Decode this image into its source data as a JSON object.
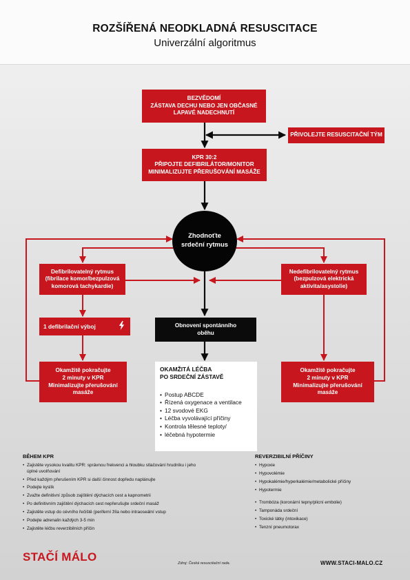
{
  "title": "ROZŠÍŘENÁ NEODKLADNÁ RESUSCITACE",
  "subtitle": "Univerzální algoritmus",
  "nodes": {
    "unconscious": [
      "BEZVĚDOMÍ",
      "ZÁSTAVA DECHU NEBO JEN OBČASNÉ",
      "LAPAVÉ NADECHNUTÍ"
    ],
    "call_team": [
      "PŘIVOLEJTE RESUSCITAČNÍ TÝM"
    ],
    "cpr": [
      "KPR 30:2",
      "PŘIPOJTE DEFIBRILÁTOR/MONITOR",
      "MINIMALIZUJTE PŘERUŠOVÁNÍ MASÁŽE"
    ],
    "assess": [
      "Zhodnoťte",
      "srdeční rytmus"
    ],
    "shockable": [
      "Defibrilovatelný rytmus",
      "(fibrilace komor/bezpulzová",
      "komorová tachykardie)"
    ],
    "nonshockable": [
      "Nedefibrilovatelný rytmus",
      "(bezpulzová elektrická",
      "aktivita/asystolie)"
    ],
    "shock": [
      "1 defibrilační výboj"
    ],
    "rosc": [
      "Obnovení spontánního",
      "oběhu"
    ],
    "resume_left": [
      "Okamžitě pokračujte",
      "2 minuty v KPR",
      "Minimalizujte přerušování",
      "masáže"
    ],
    "resume_right": [
      "Okamžitě pokračujte",
      "2 minuty v KPR",
      "Minimalizujte přerušování",
      "masáže"
    ]
  },
  "post_arrest": {
    "title": [
      "OKAMŽITÁ LÉČBA",
      "PO SRDEČNÍ ZÁSTAVĚ"
    ],
    "items": [
      "Postup ABCDE",
      "Řízená oxygenace a ventilace",
      "12 svodové EKG",
      "Léčba vyvolávající příčiny",
      "Kontrola tělesné teploty/",
      "léčebná hypotermie"
    ]
  },
  "during_cpr": {
    "heading": "BĚHEM KPR",
    "items": [
      "Zajistěte vysokou kvalitu KPR: správnou frekvenci a hloubku stlačování hrudníku i jeho úplné uvolňování",
      "Před každým přerušením KPR si další činnost dopředu naplánujte",
      "Podejte kyslík",
      "Zvažte definitivní způsob zajištění dýchacích cest a kapnometrii",
      "Po definitivním zajištění dýchacích cest nepřerušujte srdeční masáž",
      "Zajistěte vstup do cévního řečiště (periferní žíla nebo intraoseální vstup",
      "Podejte adrenalin každých 3-5 min",
      "Zajistěte léčbu reverzibilních příčin"
    ]
  },
  "reversible": {
    "heading": "REVERZIBILNÍ PŘÍČINY",
    "items": [
      "Hypoxie",
      "Hypovolémie",
      "Hypokalémie/hyperkalémie/metabolické příčiny",
      "Hypotermie"
    ],
    "items2": [
      "Trombóza (koronární tepny/plicní embolie)",
      "Tamponáda srdeční",
      "Toxické látky (intoxikace)",
      "Tenzní pneumotorax"
    ]
  },
  "footer": {
    "brand": "STAČÍ MÁLO",
    "source": "Zdroj: Česká resuscitační rada.",
    "website": "WWW.STACI-MALO.CZ"
  },
  "colors": {
    "accent": "#c7161d",
    "dark": "#0b0b0b",
    "white": "#ffffff"
  },
  "icons": {
    "shock": "lightning-icon"
  }
}
